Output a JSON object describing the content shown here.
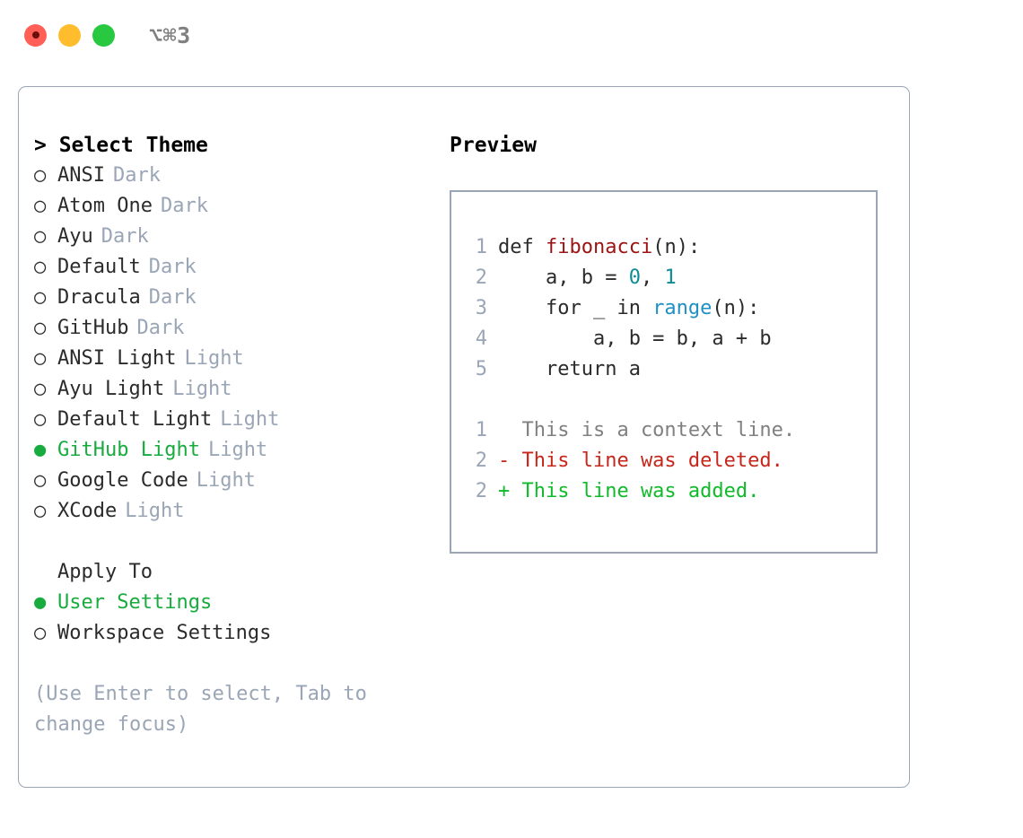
{
  "titlebar": {
    "shortcut": "⌥⌘3",
    "buttons": [
      {
        "name": "close",
        "color": "#ff5f57"
      },
      {
        "name": "minimize",
        "color": "#ffbd2e"
      },
      {
        "name": "maximize",
        "color": "#28c840"
      }
    ]
  },
  "theme_picker": {
    "header": "> Select Theme",
    "selected_marker": "●",
    "unselected_marker": "○",
    "accent_color": "#18ab3e",
    "tag_color": "#9aa5b5",
    "items": [
      {
        "name": "ANSI",
        "tag": "Dark",
        "selected": false
      },
      {
        "name": "Atom One",
        "tag": "Dark",
        "selected": false
      },
      {
        "name": "Ayu",
        "tag": "Dark",
        "selected": false
      },
      {
        "name": "Default",
        "tag": "Dark",
        "selected": false
      },
      {
        "name": "Dracula",
        "tag": "Dark",
        "selected": false
      },
      {
        "name": "GitHub",
        "tag": "Dark",
        "selected": false
      },
      {
        "name": "ANSI Light",
        "tag": "Light",
        "selected": false
      },
      {
        "name": "Ayu Light",
        "tag": "Light",
        "selected": false
      },
      {
        "name": "Default Light",
        "tag": "Light",
        "selected": false
      },
      {
        "name": "GitHub Light",
        "tag": "Light",
        "selected": true
      },
      {
        "name": "Google Code",
        "tag": "Light",
        "selected": false
      },
      {
        "name": "XCode",
        "tag": "Light",
        "selected": false
      }
    ]
  },
  "apply_to": {
    "header": "Apply To",
    "items": [
      {
        "name": "User Settings",
        "selected": true
      },
      {
        "name": "Workspace Settings",
        "selected": false
      }
    ]
  },
  "hint": "(Use Enter to select, Tab to change focus)",
  "preview": {
    "title": "Preview",
    "code_lines": [
      {
        "num": "1",
        "tokens": [
          {
            "text": "def ",
            "type": "plain"
          },
          {
            "text": "fibonacci",
            "type": "fn"
          },
          {
            "text": "(n):",
            "type": "plain"
          }
        ]
      },
      {
        "num": "2",
        "tokens": [
          {
            "text": "    a, b = ",
            "type": "plain"
          },
          {
            "text": "0",
            "type": "num"
          },
          {
            "text": ", ",
            "type": "plain"
          },
          {
            "text": "1",
            "type": "num"
          }
        ]
      },
      {
        "num": "3",
        "tokens": [
          {
            "text": "    for _ in ",
            "type": "plain"
          },
          {
            "text": "range",
            "type": "call"
          },
          {
            "text": "(n):",
            "type": "plain"
          }
        ]
      },
      {
        "num": "4",
        "tokens": [
          {
            "text": "        a, b = b, a + b",
            "type": "plain"
          }
        ]
      },
      {
        "num": "5",
        "tokens": [
          {
            "text": "    return a",
            "type": "plain"
          }
        ]
      }
    ],
    "diff_lines": [
      {
        "num": "1",
        "marker": " ",
        "text": "  This is a context line.",
        "kind": "ctx"
      },
      {
        "num": "2",
        "marker": " ",
        "text": "- This line was deleted.",
        "kind": "del"
      },
      {
        "num": "2",
        "marker": " ",
        "text": "+ This line was added.",
        "kind": "add"
      }
    ],
    "colors": {
      "function": "#9b1414",
      "number": "#0e8b94",
      "builtin": "#1f8fc4",
      "diff_context": "#808080",
      "diff_delete": "#c7261b",
      "diff_add": "#11ba2a",
      "line_number": "#9aa5b5",
      "border": "#9aa5b5"
    }
  }
}
